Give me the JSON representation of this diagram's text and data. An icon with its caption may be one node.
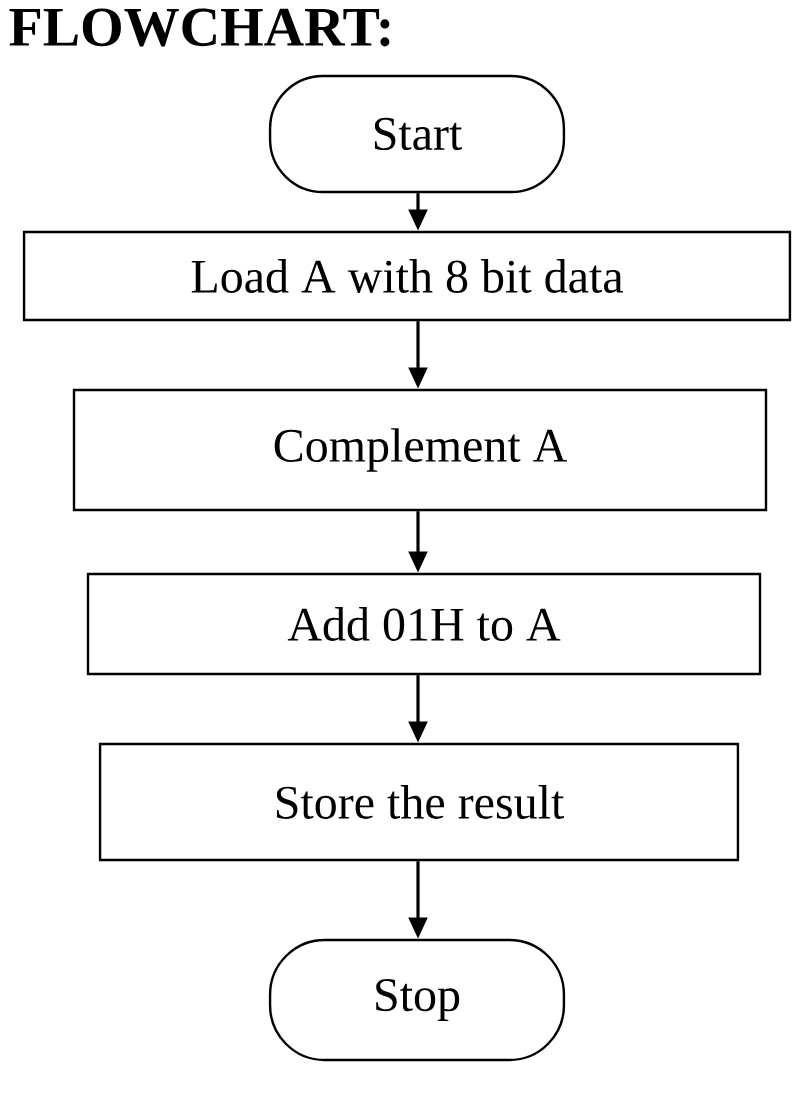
{
  "diagram": {
    "title": "FLOWCHART:",
    "nodes": [
      {
        "text": [
          "Start"
        ]
      },
      {
        "text": [
          "Load A with 8 bit data"
        ]
      },
      {
        "text": [
          "Complement A"
        ]
      },
      {
        "text": [
          "Add 01H to A"
        ]
      },
      {
        "text": [
          "Store the result"
        ]
      },
      {
        "text": [
          "Stop"
        ]
      }
    ],
    "edges": [
      {
        "from": 0,
        "to": 1,
        "arrow": "to"
      },
      {
        "from": 1,
        "to": 2,
        "arrow": "to"
      },
      {
        "from": 2,
        "to": 3,
        "arrow": "to"
      },
      {
        "from": 3,
        "to": 4,
        "arrow": "to"
      },
      {
        "from": 4,
        "to": 5,
        "arrow": "to"
      }
    ]
  }
}
